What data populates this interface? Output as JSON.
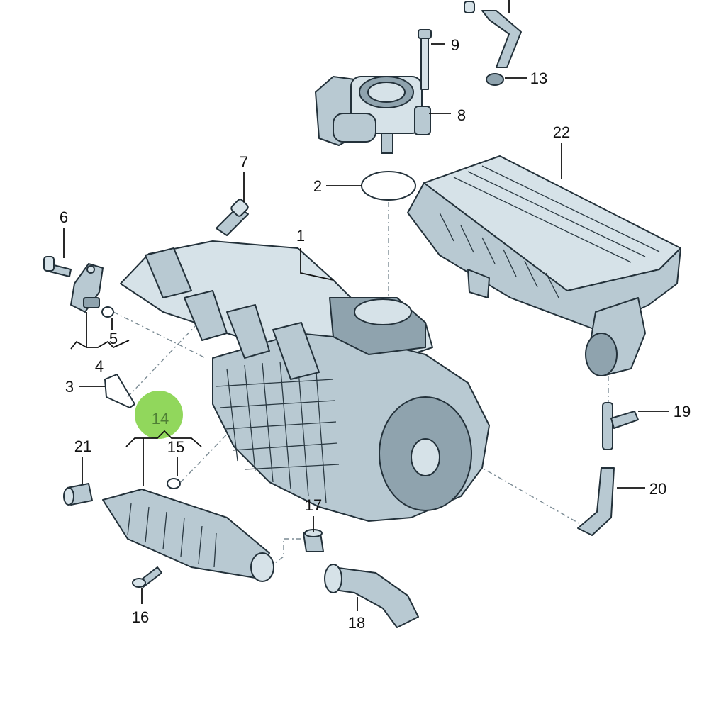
{
  "colors": {
    "part_fill": "#b8c9d2",
    "part_dark": "#8fa3ae",
    "part_light": "#d6e2e8",
    "outline": "#23313a",
    "highlight": "#7ed03f"
  },
  "highlighted_callout": "14",
  "callouts": [
    {
      "id": "c1",
      "label": "1"
    },
    {
      "id": "c2",
      "label": "2"
    },
    {
      "id": "c3",
      "label": "3"
    },
    {
      "id": "c4",
      "label": "4"
    },
    {
      "id": "c5",
      "label": "5"
    },
    {
      "id": "c6",
      "label": "6"
    },
    {
      "id": "c7",
      "label": "7"
    },
    {
      "id": "c8",
      "label": "8"
    },
    {
      "id": "c9",
      "label": "9"
    },
    {
      "id": "c13",
      "label": "13"
    },
    {
      "id": "c14",
      "label": "14"
    },
    {
      "id": "c15",
      "label": "15"
    },
    {
      "id": "c16",
      "label": "16"
    },
    {
      "id": "c17",
      "label": "17"
    },
    {
      "id": "c18",
      "label": "18"
    },
    {
      "id": "c19",
      "label": "19"
    },
    {
      "id": "c20",
      "label": "20"
    },
    {
      "id": "c21",
      "label": "21"
    },
    {
      "id": "c22",
      "label": "22"
    }
  ]
}
